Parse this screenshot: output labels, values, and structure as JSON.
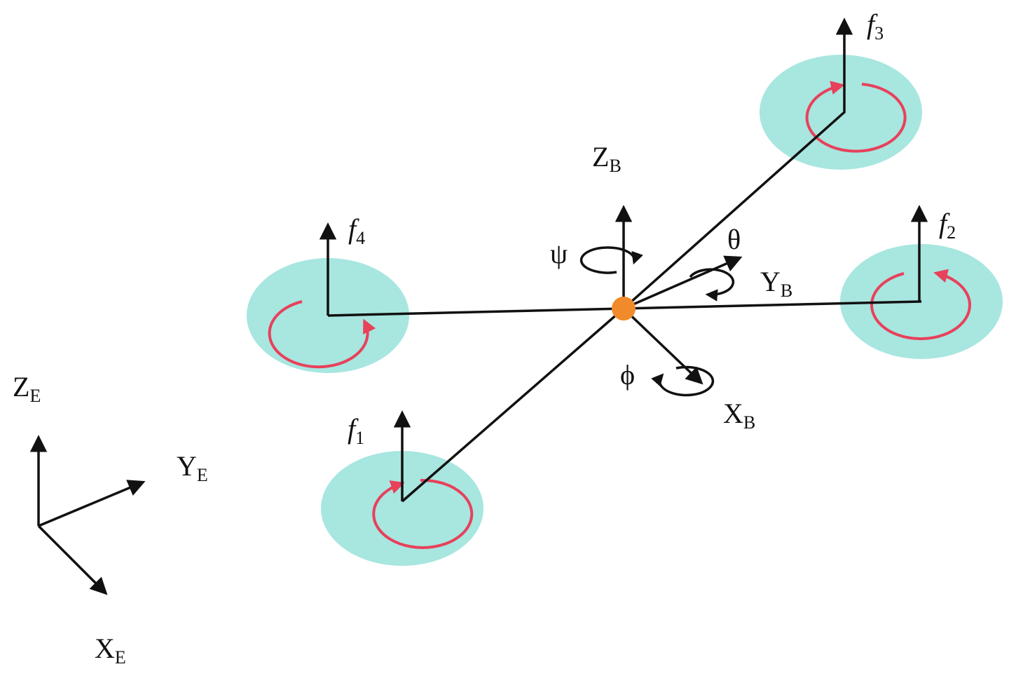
{
  "colors": {
    "rotor_disc": "#a8e6e0",
    "spin_arrow": "#e8415a",
    "center_mass": "#f08a2a",
    "line": "#111111"
  },
  "earth_frame": {
    "z": {
      "base": "Z",
      "sub": "E"
    },
    "y": {
      "base": "Y",
      "sub": "E"
    },
    "x": {
      "base": "X",
      "sub": "E"
    }
  },
  "body_frame": {
    "z": {
      "base": "Z",
      "sub": "B"
    },
    "y": {
      "base": "Y",
      "sub": "B"
    },
    "x": {
      "base": "X",
      "sub": "B"
    }
  },
  "angles": {
    "yaw": "ψ",
    "pitch": "θ",
    "roll": "ϕ"
  },
  "rotors": [
    {
      "name": "f1",
      "base": "f",
      "sub": "1"
    },
    {
      "name": "f2",
      "base": "f",
      "sub": "2"
    },
    {
      "name": "f3",
      "base": "f",
      "sub": "3"
    },
    {
      "name": "f4",
      "base": "f",
      "sub": "4"
    }
  ]
}
